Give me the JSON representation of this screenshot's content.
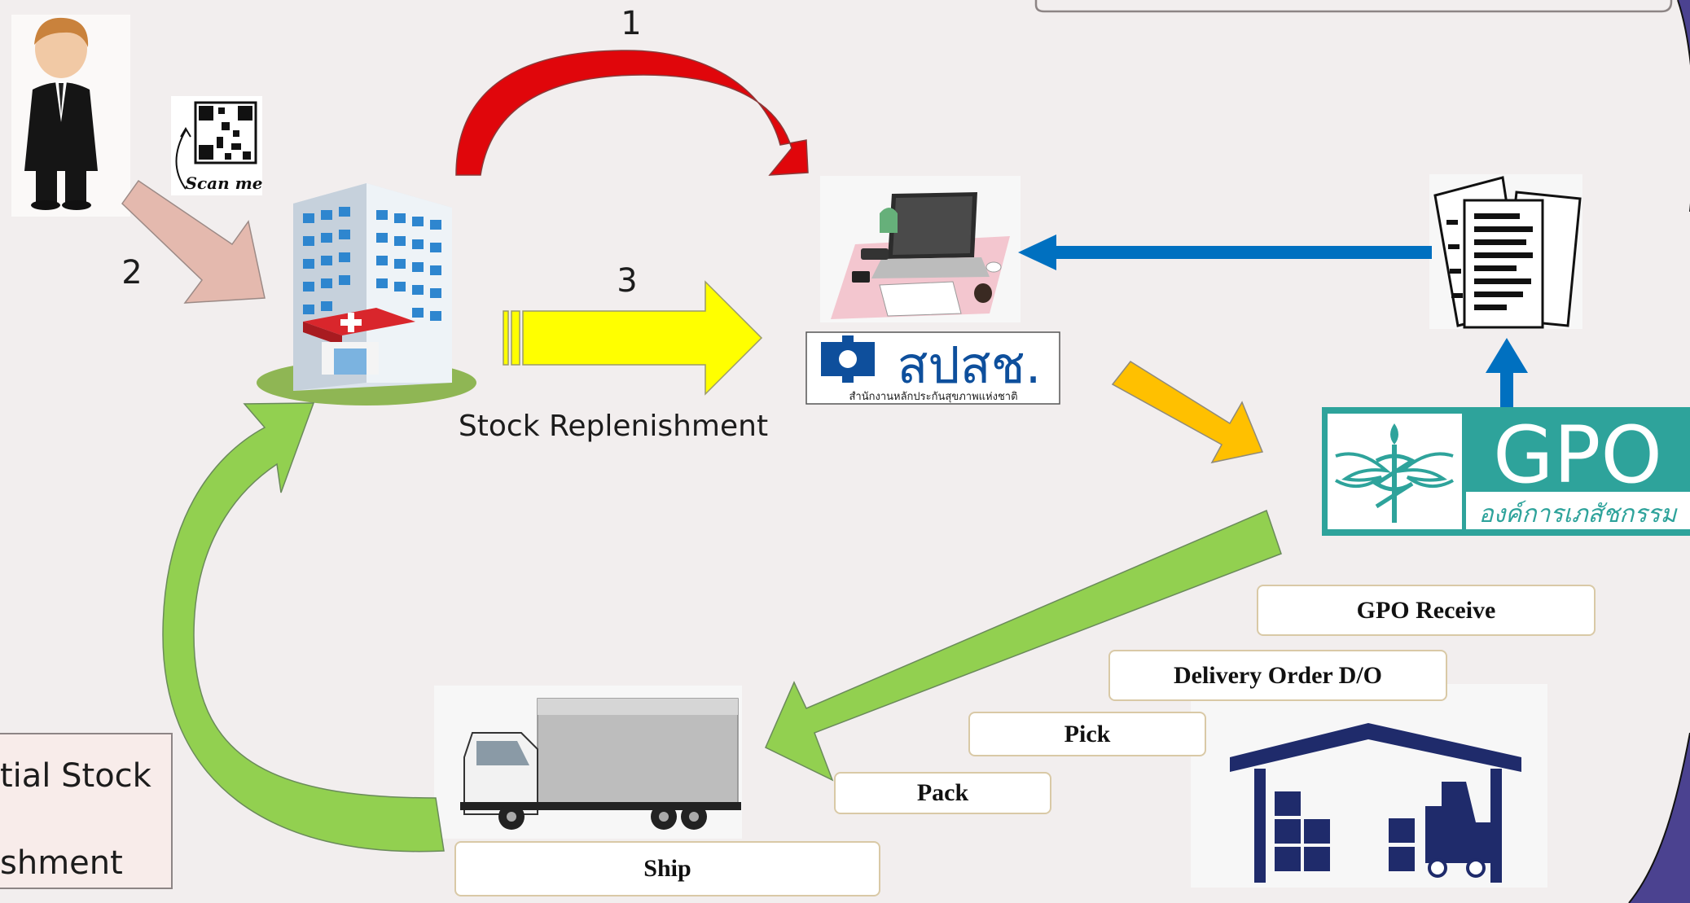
{
  "steps": {
    "one": "1",
    "two": "2",
    "three": "3"
  },
  "labels": {
    "stock_replenishment": "Stock Replenishment"
  },
  "nhso": {
    "name_th": "สปสช.",
    "subtitle_th": "สำนักงานหลักประกันสุขภาพแห่งชาติ"
  },
  "gpo": {
    "name": "GPO",
    "subtitle_th": "องค์การเภสัชกรรม"
  },
  "qr": {
    "caption": "Scan me"
  },
  "process_boxes": {
    "gpo_receive": "GPO Receive",
    "delivery_order": "Delivery Order D/O",
    "pick": "Pick",
    "pack": "Pack",
    "ship": "Ship"
  },
  "legend": {
    "line1": "tial Stock",
    "line2": "shment"
  },
  "colors": {
    "red_arrow": "#e0060b",
    "yellow_arrow": "#ffff00",
    "green_arrow": "#92d050",
    "blue_arrow": "#0070c0",
    "orange_arrow": "#ffc000",
    "pink_arrow": "#e6b8af",
    "gpo_teal": "#2ea39b",
    "warehouse_navy": "#1f2b6b"
  }
}
